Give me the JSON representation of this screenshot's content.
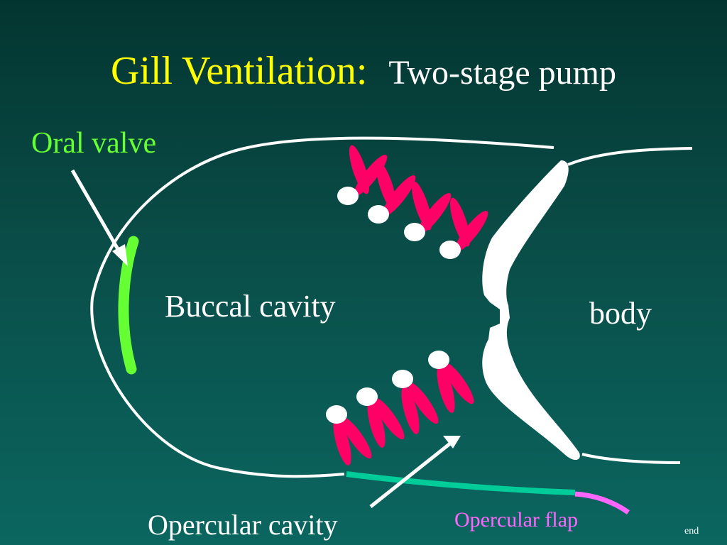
{
  "slide": {
    "title": "Gill Ventilation:",
    "subtitle": "Two-stage pump",
    "footer": "end"
  },
  "labels": {
    "oral_valve": "Oral valve",
    "buccal_cavity": "Buccal cavity",
    "body": "body",
    "opercular_cavity": "Opercular cavity",
    "opercular_flap": "Opercular flap"
  },
  "colors": {
    "title": "#ffff00",
    "oral_valve": "#66ff33",
    "gill_filament": "#ff0066",
    "outline": "#ffffff",
    "opercular_cavity_floor": "#00cc99",
    "opercular_flap": "#ff66ff",
    "background_top": "#033530",
    "background_bottom": "#0b6660"
  }
}
